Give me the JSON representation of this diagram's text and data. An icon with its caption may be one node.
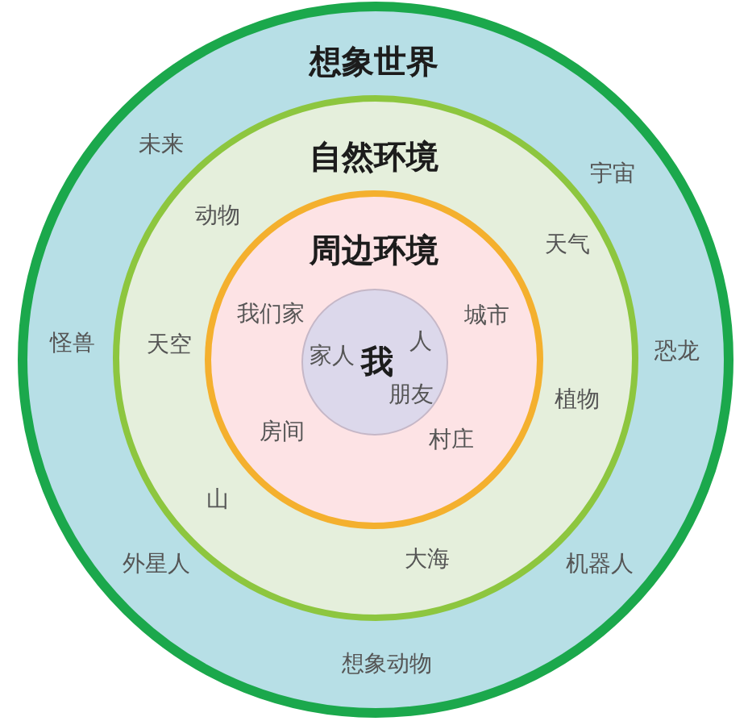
{
  "diagram": {
    "nodes": [
      {
        "text": [
          "想象世界",
          "未来",
          "宇宙",
          "怪兽",
          "恐龙",
          "外星人",
          "机器人",
          "想象动物"
        ]
      },
      {
        "text": [
          "自然环境",
          "动物",
          "天气",
          "天空",
          "植物",
          "山",
          "大海"
        ],
        "in": 0
      },
      {
        "text": [
          "周边环境",
          "我们家",
          "城市",
          "房间",
          "村庄"
        ],
        "in": 1
      },
      {
        "text": [
          "家人",
          "我",
          "人",
          "朋友"
        ],
        "in": 2
      }
    ]
  }
}
